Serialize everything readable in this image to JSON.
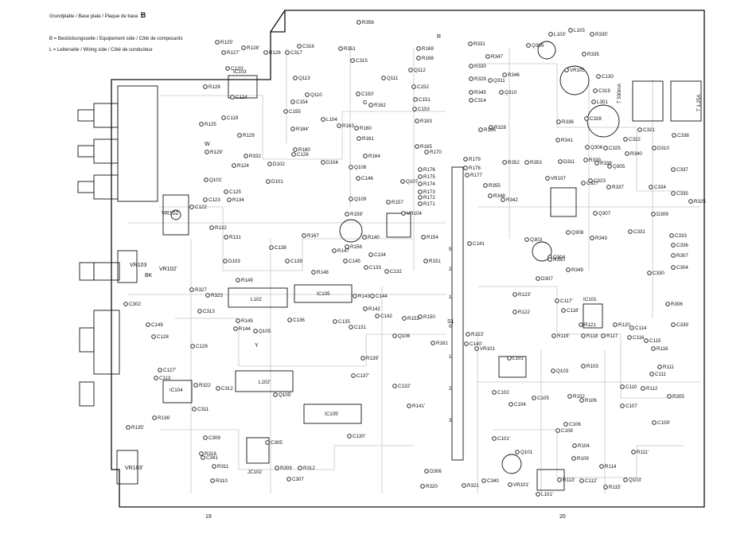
{
  "header": {
    "title": "Grundplatte / Base plate / Plaque de base",
    "title_letter": "B",
    "legend_b": "B = Bestückungsseite / Equipement side / Côté de composants",
    "legend_l": "L = Leiterseite / Wiring side / Côté de conducteur"
  },
  "page_numbers": {
    "left": "19",
    "right": "20"
  },
  "connectors": [
    "VR102",
    "VR102'",
    "VR103",
    "VR103'",
    "BK",
    "R",
    "W",
    "G",
    "Y",
    "S1"
  ],
  "ics": [
    {
      "id": "ic103",
      "label": "IC103"
    },
    {
      "id": "ic104",
      "label": "IC104"
    },
    {
      "id": "ic105",
      "label": "IC105"
    },
    {
      "id": "ic105p",
      "label": "IC105'"
    },
    {
      "id": "ic101",
      "label": "IC101"
    },
    {
      "id": "jc102",
      "label": "JC102"
    },
    {
      "id": "l102",
      "label": "L102"
    },
    {
      "id": "l102p",
      "label": "L102'"
    }
  ],
  "components": [
    {
      "id": "R125",
      "label": "R125'"
    },
    {
      "id": "R127",
      "label": "R127'"
    },
    {
      "id": "R126a",
      "label": "R126"
    },
    {
      "id": "R126b",
      "label": "R126"
    },
    {
      "id": "C120",
      "label": "C120'"
    },
    {
      "id": "R128",
      "label": "R128'"
    },
    {
      "id": "R356",
      "label": "R356"
    },
    {
      "id": "R351",
      "label": "R351"
    },
    {
      "id": "C317",
      "label": "C317"
    },
    {
      "id": "C316",
      "label": "C316"
    },
    {
      "id": "C315",
      "label": "C315"
    },
    {
      "id": "R331",
      "label": "R331"
    },
    {
      "id": "Q309",
      "label": "Q309"
    },
    {
      "id": "L103p",
      "label": "L103'"
    },
    {
      "id": "L103",
      "label": "L103"
    },
    {
      "id": "R335p",
      "label": "R335'"
    },
    {
      "id": "R335",
      "label": "R335"
    },
    {
      "id": "R347",
      "label": "R347"
    },
    {
      "id": "R330",
      "label": "R330"
    },
    {
      "id": "R346",
      "label": "R346"
    },
    {
      "id": "R169",
      "label": "R169"
    },
    {
      "id": "R168",
      "label": "R168"
    },
    {
      "id": "R329",
      "label": "R329"
    },
    {
      "id": "Q311",
      "label": "Q311"
    },
    {
      "id": "VR105",
      "label": "VR105"
    },
    {
      "id": "R345",
      "label": "R345"
    },
    {
      "id": "C314",
      "label": "C314"
    },
    {
      "id": "Q310",
      "label": "Q310"
    },
    {
      "id": "L301",
      "label": "L301"
    },
    {
      "id": "C319",
      "label": "C319"
    },
    {
      "id": "C130",
      "label": "C130"
    },
    {
      "id": "C124",
      "label": "C124"
    },
    {
      "id": "C119",
      "label": "C119"
    },
    {
      "id": "R125b",
      "label": "R125"
    },
    {
      "id": "R129",
      "label": "R129"
    },
    {
      "id": "R129p",
      "label": "R129'"
    },
    {
      "id": "R332",
      "label": "R332"
    },
    {
      "id": "R124",
      "label": "R124"
    },
    {
      "id": "C126",
      "label": "C126"
    },
    {
      "id": "Q101p",
      "label": "Q101'"
    },
    {
      "id": "D102",
      "label": "D102"
    },
    {
      "id": "D101",
      "label": "D101"
    },
    {
      "id": "C125",
      "label": "C125"
    },
    {
      "id": "R134",
      "label": "R134"
    },
    {
      "id": "C123",
      "label": "C123"
    },
    {
      "id": "C122",
      "label": "C122"
    },
    {
      "id": "R132",
      "label": "R132"
    },
    {
      "id": "R131",
      "label": "R131"
    },
    {
      "id": "D103",
      "label": "D103"
    },
    {
      "id": "R149",
      "label": "R149"
    },
    {
      "id": "C138",
      "label": "C138"
    },
    {
      "id": "C139",
      "label": "C139"
    },
    {
      "id": "C145",
      "label": "C145"
    },
    {
      "id": "R327",
      "label": "R327"
    },
    {
      "id": "R323",
      "label": "R323"
    },
    {
      "id": "C313",
      "label": "C313"
    },
    {
      "id": "C302",
      "label": "C302"
    },
    {
      "id": "Q105",
      "label": "Q105"
    },
    {
      "id": "R145",
      "label": "R145"
    },
    {
      "id": "R144",
      "label": "R144"
    },
    {
      "id": "C136",
      "label": "C136"
    },
    {
      "id": "C135",
      "label": "C135"
    },
    {
      "id": "C131",
      "label": "C131"
    },
    {
      "id": "R139",
      "label": "R139'"
    },
    {
      "id": "C137",
      "label": "C137'"
    },
    {
      "id": "C149",
      "label": "C149"
    },
    {
      "id": "C128",
      "label": "C128"
    },
    {
      "id": "C129",
      "label": "C129"
    },
    {
      "id": "C127",
      "label": "C127'"
    },
    {
      "id": "C113",
      "label": "C113"
    },
    {
      "id": "R322",
      "label": "R322"
    },
    {
      "id": "C312",
      "label": "C312"
    },
    {
      "id": "Q105p",
      "label": "Q105'"
    },
    {
      "id": "C311",
      "label": "C311"
    },
    {
      "id": "R136",
      "label": "R136'"
    },
    {
      "id": "R135",
      "label": "R135'"
    },
    {
      "id": "C309",
      "label": "C309"
    },
    {
      "id": "R316",
      "label": "R316"
    },
    {
      "id": "C341",
      "label": "C341"
    },
    {
      "id": "R311",
      "label": "R311"
    },
    {
      "id": "R310",
      "label": "R310"
    },
    {
      "id": "C305",
      "label": "C305"
    },
    {
      "id": "R309",
      "label": "R309"
    },
    {
      "id": "C307",
      "label": "C307"
    },
    {
      "id": "R312",
      "label": "R312"
    },
    {
      "id": "C130p",
      "label": "C130'"
    },
    {
      "id": "C132p",
      "label": "C132'"
    },
    {
      "id": "R141",
      "label": "R141'"
    },
    {
      "id": "D306",
      "label": "D306"
    },
    {
      "id": "R320",
      "label": "R320"
    },
    {
      "id": "R321",
      "label": "R321"
    },
    {
      "id": "C340",
      "label": "C340"
    },
    {
      "id": "VR101p",
      "label": "VR101'"
    },
    {
      "id": "L101p",
      "label": "L101'"
    },
    {
      "id": "R113",
      "label": "R113'"
    },
    {
      "id": "C112",
      "label": "C112'"
    },
    {
      "id": "R114",
      "label": "R114"
    },
    {
      "id": "R115",
      "label": "R115'"
    },
    {
      "id": "Q103p",
      "label": "Q103'"
    },
    {
      "id": "C101p",
      "label": "C101'"
    },
    {
      "id": "C102",
      "label": "C102"
    },
    {
      "id": "C104",
      "label": "C104"
    },
    {
      "id": "VR101",
      "label": "VR101"
    },
    {
      "id": "L101",
      "label": "L101"
    },
    {
      "id": "Q103",
      "label": "Q103"
    },
    {
      "id": "R103",
      "label": "R103"
    },
    {
      "id": "R111",
      "label": "R111"
    },
    {
      "id": "C111",
      "label": "C111"
    },
    {
      "id": "R112",
      "label": "R112"
    },
    {
      "id": "R305",
      "label": "R305"
    },
    {
      "id": "C109",
      "label": "C109'"
    },
    {
      "id": "R111p",
      "label": "R111'"
    },
    {
      "id": "C118",
      "label": "C118'"
    },
    {
      "id": "R122",
      "label": "R122"
    },
    {
      "id": "R123",
      "label": "R123'"
    },
    {
      "id": "R118",
      "label": "R118"
    },
    {
      "id": "R117",
      "label": "R117"
    },
    {
      "id": "R119",
      "label": "R119'"
    },
    {
      "id": "R306",
      "label": "R306"
    },
    {
      "id": "C339",
      "label": "C339"
    },
    {
      "id": "Q307",
      "label": "Q307"
    },
    {
      "id": "Q308",
      "label": "Q308"
    },
    {
      "id": "R343",
      "label": "R343"
    },
    {
      "id": "C331",
      "label": "C331"
    },
    {
      "id": "C333",
      "label": "C333"
    },
    {
      "id": "C336",
      "label": "C336"
    },
    {
      "id": "R307",
      "label": "R307"
    },
    {
      "id": "C304",
      "label": "C304"
    },
    {
      "id": "C330",
      "label": "C330"
    },
    {
      "id": "D309",
      "label": "D309"
    },
    {
      "id": "D310",
      "label": "D310"
    },
    {
      "id": "C335",
      "label": "C335"
    },
    {
      "id": "C334",
      "label": "C334"
    },
    {
      "id": "C337",
      "label": "C337"
    },
    {
      "id": "C338",
      "label": "C338"
    },
    {
      "id": "R325",
      "label": "R325"
    },
    {
      "id": "Q305",
      "label": "Q305"
    },
    {
      "id": "Q306",
      "label": "Q306"
    },
    {
      "id": "C325",
      "label": "C325"
    },
    {
      "id": "C322",
      "label": "C322"
    },
    {
      "id": "C321",
      "label": "C321"
    },
    {
      "id": "R340",
      "label": "R340"
    },
    {
      "id": "R339",
      "label": "R339"
    },
    {
      "id": "R338",
      "label": "R338"
    },
    {
      "id": "C327",
      "label": "C327"
    },
    {
      "id": "C323",
      "label": "C323"
    },
    {
      "id": "R337",
      "label": "R337"
    },
    {
      "id": "D311",
      "label": "D311"
    },
    {
      "id": "VR107",
      "label": "VR107"
    },
    {
      "id": "R342",
      "label": "R342"
    },
    {
      "id": "Q303",
      "label": "Q303"
    },
    {
      "id": "Q304",
      "label": "Q304"
    },
    {
      "id": "R350",
      "label": "R350"
    },
    {
      "id": "R349",
      "label": "R349"
    },
    {
      "id": "D307",
      "label": "D307"
    },
    {
      "id": "C141",
      "label": "C141"
    },
    {
      "id": "R153",
      "label": "R153'"
    },
    {
      "id": "C140",
      "label": "C140'"
    },
    {
      "id": "R154",
      "label": "R154"
    },
    {
      "id": "R151",
      "label": "R151"
    },
    {
      "id": "R181",
      "label": "R181"
    },
    {
      "id": "R150",
      "label": "R150"
    },
    {
      "id": "Q106",
      "label": "Q106"
    },
    {
      "id": "VR104",
      "label": "VR104"
    },
    {
      "id": "R157",
      "label": "R157"
    },
    {
      "id": "R140",
      "label": "R140"
    },
    {
      "id": "R176",
      "label": "R176"
    },
    {
      "id": "R175",
      "label": "R175"
    },
    {
      "id": "R174",
      "label": "R174"
    },
    {
      "id": "R173",
      "label": "R173"
    },
    {
      "id": "R172",
      "label": "R172"
    },
    {
      "id": "R171",
      "label": "R171"
    },
    {
      "id": "R178",
      "label": "R178"
    },
    {
      "id": "R179",
      "label": "R179"
    },
    {
      "id": "R177",
      "label": "R177"
    },
    {
      "id": "R170",
      "label": "R170"
    },
    {
      "id": "R165",
      "label": "R165"
    },
    {
      "id": "R164",
      "label": "R164"
    },
    {
      "id": "R162",
      "label": "R162"
    },
    {
      "id": "C153",
      "label": "C153"
    },
    {
      "id": "R183",
      "label": "R183"
    },
    {
      "id": "L104",
      "label": "L104"
    },
    {
      "id": "R163",
      "label": "R163"
    },
    {
      "id": "R184",
      "label": "R184'"
    },
    {
      "id": "Q108",
      "label": "Q108"
    },
    {
      "id": "Q107",
      "label": "Q107"
    },
    {
      "id": "Q109",
      "label": "Q109"
    },
    {
      "id": "R159",
      "label": "R159'"
    },
    {
      "id": "R167",
      "label": "R167"
    },
    {
      "id": "R156",
      "label": "R156"
    },
    {
      "id": "R147",
      "label": "R147"
    },
    {
      "id": "C134",
      "label": "C134"
    },
    {
      "id": "C133",
      "label": "C133"
    },
    {
      "id": "C132",
      "label": "C132"
    },
    {
      "id": "R143",
      "label": "R143"
    },
    {
      "id": "C144",
      "label": "C144"
    },
    {
      "id": "R142",
      "label": "R142"
    },
    {
      "id": "R152",
      "label": "R152"
    },
    {
      "id": "R148",
      "label": "R148"
    },
    {
      "id": "C142",
      "label": "C142"
    },
    {
      "id": "D104",
      "label": "D104"
    },
    {
      "id": "R336",
      "label": "R336"
    },
    {
      "id": "C328",
      "label": "C328"
    },
    {
      "id": "R341",
      "label": "R341"
    },
    {
      "id": "R328",
      "label": "R328"
    },
    {
      "id": "R166",
      "label": "R166"
    },
    {
      "id": "Q110",
      "label": "Q110"
    },
    {
      "id": "Q111",
      "label": "Q111"
    },
    {
      "id": "Q112",
      "label": "Q112"
    },
    {
      "id": "Q113",
      "label": "Q113"
    },
    {
      "id": "C154",
      "label": "C154"
    },
    {
      "id": "C155",
      "label": "C155"
    },
    {
      "id": "C150",
      "label": "C150'"
    },
    {
      "id": "C152",
      "label": "C152"
    },
    {
      "id": "C151",
      "label": "C151"
    },
    {
      "id": "R180",
      "label": "R180"
    },
    {
      "id": "R161",
      "label": "R161"
    },
    {
      "id": "R160",
      "label": "R160"
    },
    {
      "id": "C146",
      "label": "C146"
    },
    {
      "id": "R355",
      "label": "R355"
    },
    {
      "id": "R352",
      "label": "R352"
    },
    {
      "id": "R353",
      "label": "R353"
    },
    {
      "id": "R348",
      "label": "R348"
    },
    {
      "id": "C110",
      "label": "C110"
    },
    {
      "id": "C107",
      "label": "C107"
    },
    {
      "id": "R106",
      "label": "R106"
    },
    {
      "id": "R109",
      "label": "R109"
    },
    {
      "id": "R104",
      "label": "R104"
    },
    {
      "id": "C105",
      "label": "C105"
    },
    {
      "id": "C106",
      "label": "C106"
    },
    {
      "id": "C108",
      "label": "C108"
    },
    {
      "id": "R102",
      "label": "R102"
    },
    {
      "id": "C114",
      "label": "C114"
    },
    {
      "id": "C115",
      "label": "C115"
    },
    {
      "id": "C116",
      "label": "C116"
    },
    {
      "id": "C117",
      "label": "C117'"
    },
    {
      "id": "R120",
      "label": "R120"
    },
    {
      "id": "R121",
      "label": "R121"
    },
    {
      "id": "R116",
      "label": "R116"
    },
    {
      "id": "Q101",
      "label": "Q101"
    }
  ],
  "fuse_labels": [
    "T 500mA",
    "T 1,25A"
  ],
  "strip_ticks": [
    "5",
    "2",
    "1",
    "0",
    "1",
    "2",
    "3"
  ],
  "accent_color": "#111111",
  "trace_color": "#c7c7c7"
}
